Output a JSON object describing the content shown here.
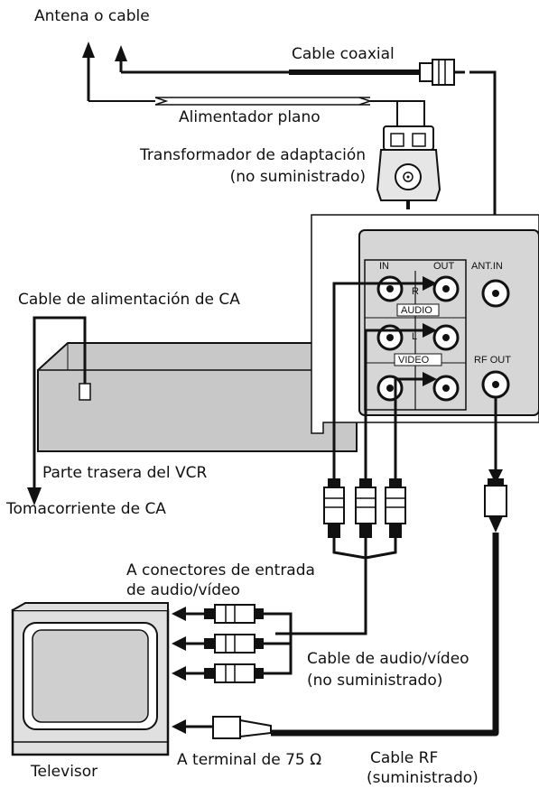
{
  "labels": {
    "antenna": "Antena o cable",
    "coax": "Cable coaxial",
    "flat_feeder": "Alimentador plano",
    "transformer_1": "Transformador de adaptación",
    "transformer_2": "(no suministrado)",
    "ac_cable": "Cable de alimentación de CA",
    "vcr_rear": "Parte trasera del VCR",
    "ac_outlet": "Tomacorriente de CA",
    "av_input_1": "A conectores de entrada",
    "av_input_2": "de audio/vídeo",
    "av_cable_1": "Cable de audio/vídeo",
    "av_cable_2": "(no suministrado)",
    "tv": "Televisor",
    "terminal_75": "A terminal de 75 Ω",
    "rf_cable_1": "Cable RF",
    "rf_cable_2": "(suministrado)"
  },
  "panel": {
    "in": "IN",
    "out": "OUT",
    "r": "R",
    "l": "L",
    "audio": "AUDIO",
    "video": "VIDEO",
    "ant_in": "ANT.IN",
    "rf_out": "RF OUT"
  },
  "colors": {
    "line": "#111111",
    "panel_fill": "#d6d6d6",
    "vcr_fill": "#c8c8c8"
  }
}
